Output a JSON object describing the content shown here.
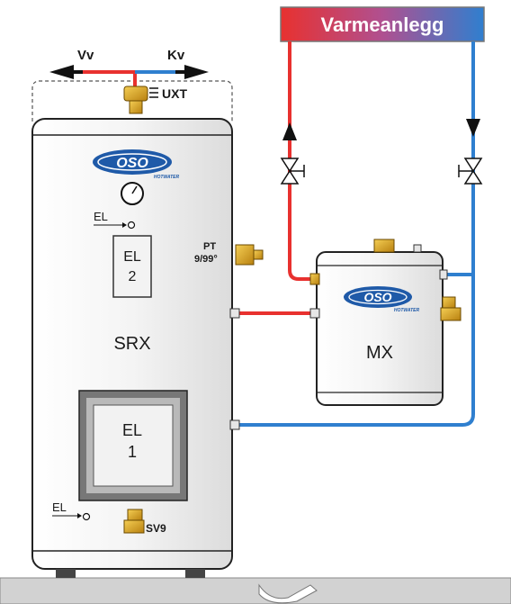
{
  "banner": {
    "label": "Varmeanlegg"
  },
  "pipes": {
    "supply_label": "Vv",
    "return_label": "Kv",
    "mixer_label": "UXT"
  },
  "tank_srx": {
    "label": "SRX",
    "brand": "OSO",
    "brand_sub": "HOTWATER",
    "heater_upper": {
      "line1": "EL",
      "line2": "2"
    },
    "heater_lower": {
      "line1": "EL",
      "line2": "1"
    },
    "el_upper_label": "EL",
    "el_lower_label": "EL",
    "safety_valve_label": "SV9",
    "pt_valve_label_1": "PT",
    "pt_valve_label_2": "9/99°"
  },
  "tank_mx": {
    "label": "MX",
    "brand": "OSO",
    "brand_sub": "HOTWATER"
  },
  "colors": {
    "hot": "#e8312f",
    "cold": "#2f7fcf",
    "brass": "#e0a521",
    "tank_fill": "#f1f1f1",
    "floor": "#d2d2d2",
    "brand_blue": "#1f5aa8"
  },
  "icons": {
    "valve": "valve-icon",
    "gauge": "thermometer-gauge-icon",
    "arrow": "flow-arrow-icon",
    "drain": "drain-icon"
  }
}
